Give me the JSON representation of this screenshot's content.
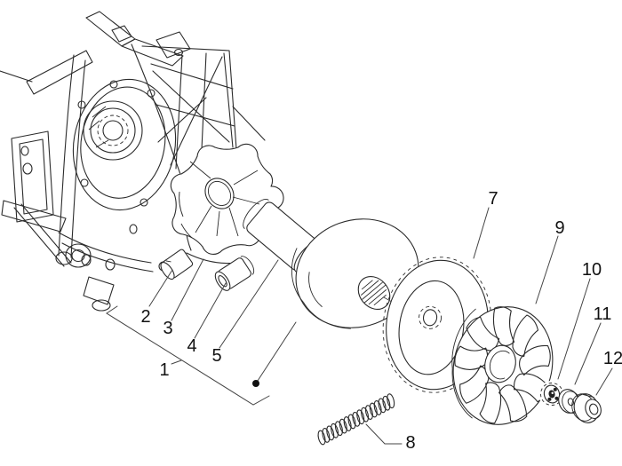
{
  "diagram": {
    "type": "exploded-parts-diagram",
    "background_color": "#ffffff",
    "line_color": "#2b2b2b",
    "label_color": "#111111",
    "callouts": [
      {
        "label": "1"
      },
      {
        "label": "2"
      },
      {
        "label": "3"
      },
      {
        "label": "4"
      },
      {
        "label": "5"
      },
      {
        "label": "7"
      },
      {
        "label": "8"
      },
      {
        "label": "9"
      },
      {
        "label": "10"
      },
      {
        "label": "11"
      },
      {
        "label": "12"
      }
    ]
  }
}
